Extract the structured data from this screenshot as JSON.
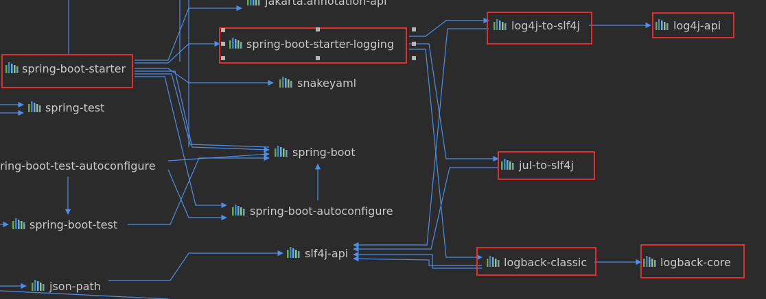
{
  "diagram": {
    "nodes": [
      {
        "id": "jakarta-annotation-api",
        "label": "jakarta.annotation-api"
      },
      {
        "id": "spring-boot-starter-logging",
        "label": "spring-boot-starter-logging"
      },
      {
        "id": "spring-boot-starter",
        "label": "spring-boot-starter"
      },
      {
        "id": "snakeyaml",
        "label": "snakeyaml"
      },
      {
        "id": "spring-test",
        "label": "spring-test"
      },
      {
        "id": "spring-boot",
        "label": "spring-boot"
      },
      {
        "id": "spring-boot-test-autoconfigure",
        "label": "ring-boot-test-autoconfigure"
      },
      {
        "id": "spring-boot-autoconfigure",
        "label": "spring-boot-autoconfigure"
      },
      {
        "id": "spring-boot-test",
        "label": "spring-boot-test"
      },
      {
        "id": "slf4j-api",
        "label": "slf4j-api"
      },
      {
        "id": "json-path",
        "label": "json-path"
      },
      {
        "id": "log4j-to-slf4j",
        "label": "log4j-to-slf4j"
      },
      {
        "id": "log4j-api",
        "label": "log4j-api"
      },
      {
        "id": "jul-to-slf4j",
        "label": "jul-to-slf4j"
      },
      {
        "id": "logback-classic",
        "label": "logback-classic"
      },
      {
        "id": "logback-core",
        "label": "logback-core"
      }
    ],
    "edges": [
      {
        "from": "spring-boot-starter",
        "to": "jakarta-annotation-api"
      },
      {
        "from": "spring-boot-starter",
        "to": "spring-boot-starter-logging"
      },
      {
        "from": "spring-boot-starter",
        "to": "snakeyaml"
      },
      {
        "from": "spring-boot-starter",
        "to": "spring-boot"
      },
      {
        "from": "spring-boot-starter",
        "to": "spring-boot-autoconfigure"
      },
      {
        "from": "spring-boot-starter-logging",
        "to": "log4j-to-slf4j"
      },
      {
        "from": "spring-boot-starter-logging",
        "to": "jul-to-slf4j"
      },
      {
        "from": "spring-boot-starter-logging",
        "to": "logback-classic"
      },
      {
        "from": "log4j-to-slf4j",
        "to": "log4j-api"
      },
      {
        "from": "log4j-to-slf4j",
        "to": "slf4j-api"
      },
      {
        "from": "jul-to-slf4j",
        "to": "slf4j-api"
      },
      {
        "from": "logback-classic",
        "to": "logback-core"
      },
      {
        "from": "logback-classic",
        "to": "slf4j-api"
      },
      {
        "from": "spring-boot-test-autoconfigure",
        "to": "spring-boot-test"
      },
      {
        "from": "spring-boot-test-autoconfigure",
        "to": "spring-boot"
      },
      {
        "from": "spring-boot-test-autoconfigure",
        "to": "spring-boot-autoconfigure"
      },
      {
        "from": "spring-boot-test",
        "to": "spring-boot"
      },
      {
        "from": "spring-boot-autoconfigure",
        "to": "spring-boot"
      },
      {
        "from": "json-path",
        "to": "slf4j-api"
      }
    ],
    "highlighted": [
      "spring-boot-starter",
      "spring-boot-starter-logging",
      "log4j-to-slf4j",
      "log4j-api",
      "jul-to-slf4j",
      "logback-classic",
      "logback-core"
    ],
    "selected": "spring-boot-starter-logging",
    "colors": {
      "background": "#2b2b2b",
      "edge": "#4f8ee8",
      "highlight": "#e03030",
      "label": "#c8c8c8",
      "icon_bars": [
        "#6aa84f",
        "#3d85c6",
        "#6fa8dc",
        "#93c47d",
        "#76a5af"
      ]
    },
    "icon": "library-bars-icon"
  }
}
